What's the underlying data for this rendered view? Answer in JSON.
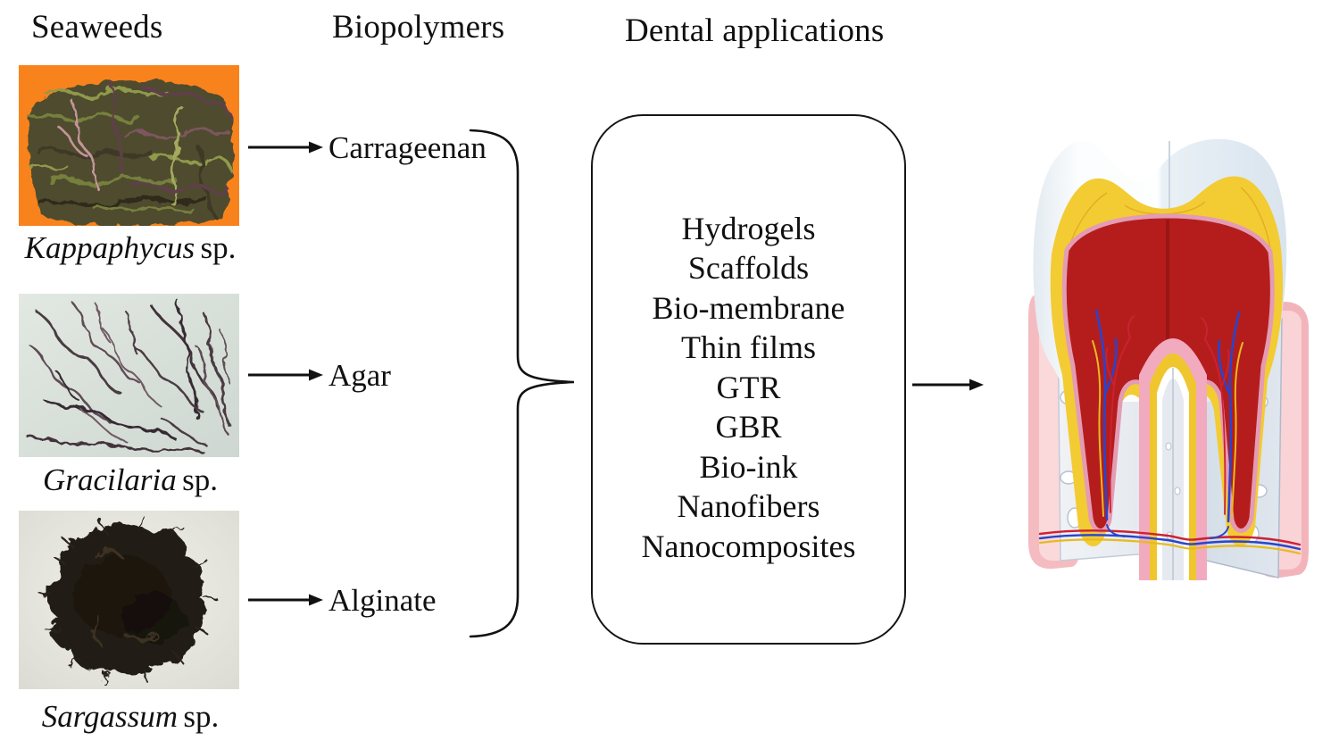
{
  "headers": {
    "seaweeds": "Seaweeds",
    "biopolymers": "Biopolymers",
    "dental": "Dental applications"
  },
  "seaweeds": [
    {
      "genus": "Kappaphycus",
      "suffix": "sp.",
      "biopolymer": "Carrageenan",
      "photo": "kappaphycus-photo"
    },
    {
      "genus": "Gracilaria",
      "suffix": "sp.",
      "biopolymer": "Agar",
      "photo": "gracilaria-photo"
    },
    {
      "genus": "Sargassum",
      "suffix": "sp.",
      "biopolymer": "Alginate",
      "photo": "sargassum-photo"
    }
  ],
  "dental_applications": [
    "Hydrogels",
    "Scaffolds",
    "Bio-membrane",
    "Thin films",
    "GTR",
    "GBR",
    "Bio-ink",
    "Nanofibers",
    "Nanocomposites"
  ],
  "icons": {
    "flow_arrow": "→",
    "brace": "}"
  },
  "colors": {
    "line": "#111111",
    "tray_orange": "#F8831C",
    "gracilaria_bg": "#DCE2DC",
    "sargassum_bg": "#ECEAE5",
    "enamel": "#E8F0F6",
    "dentin_yellow": "#F3CB33",
    "pulp_red": "#B51D1D",
    "gum_pink": "#F4BCC0",
    "bone_grey": "#DDE4EC",
    "nerve_blue": "#2845CC",
    "nerve_red": "#CC2233",
    "nerve_yellow": "#E7BB1F"
  }
}
